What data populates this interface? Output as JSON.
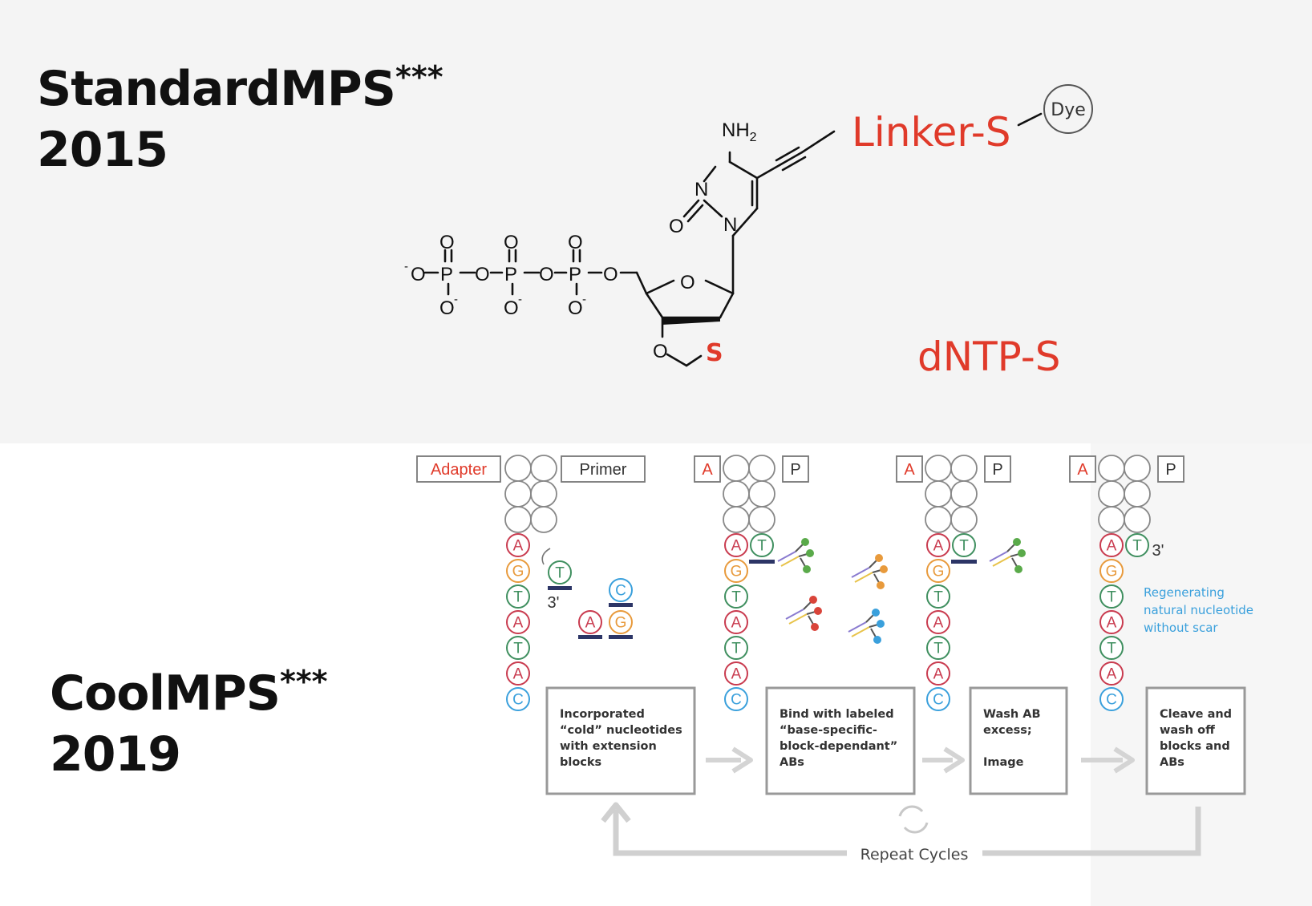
{
  "headings": {
    "standard": {
      "name": "StandardMPS",
      "stars": "***",
      "year": "2015"
    },
    "cool": {
      "name": "CoolMPS",
      "stars": "***",
      "year": "2019"
    }
  },
  "molecule": {
    "linker_label": "Linker-S",
    "dye_label": "Dye",
    "dntp_label": "dNTP-S",
    "sulfur_label": "S",
    "nh2_label": "NH",
    "nh2_sub": "2"
  },
  "headers": {
    "adapter": "Adapter",
    "primer": "Primer",
    "a_short": "A",
    "p_short": "P"
  },
  "strand_sequence": [
    "A",
    "G",
    "T",
    "A",
    "T",
    "A",
    "C"
  ],
  "step1": {
    "primer_end": "3'",
    "free_nucleotides": [
      "T",
      "A",
      "G",
      "C"
    ]
  },
  "step4": {
    "primer_end": "3'",
    "regen_lines": [
      "Regenerating",
      "natural nucleotide",
      "without scar"
    ]
  },
  "steps": [
    {
      "lines": [
        "Incorporated",
        "“cold” nucleotides",
        "with extension",
        "blocks"
      ]
    },
    {
      "lines": [
        "Bind with labeled",
        "“base-specific-",
        "block-dependant”",
        "ABs"
      ]
    },
    {
      "lines": [
        "Wash AB",
        "excess;",
        "",
        "Image"
      ]
    },
    {
      "lines": [
        "Cleave and",
        "wash off",
        "blocks and",
        "ABs"
      ]
    }
  ],
  "repeat_label": "Repeat Cycles",
  "colors": {
    "A": "#c93b4f",
    "G": "#e89a3c",
    "T": "#3f8f5f",
    "C": "#3aa0dc",
    "label_red": "#e03a2a",
    "ab_green": "#5aaa4a",
    "ab_orange": "#e89a3c",
    "ab_red": "#d9443a",
    "ab_blue": "#3aa0dc"
  }
}
